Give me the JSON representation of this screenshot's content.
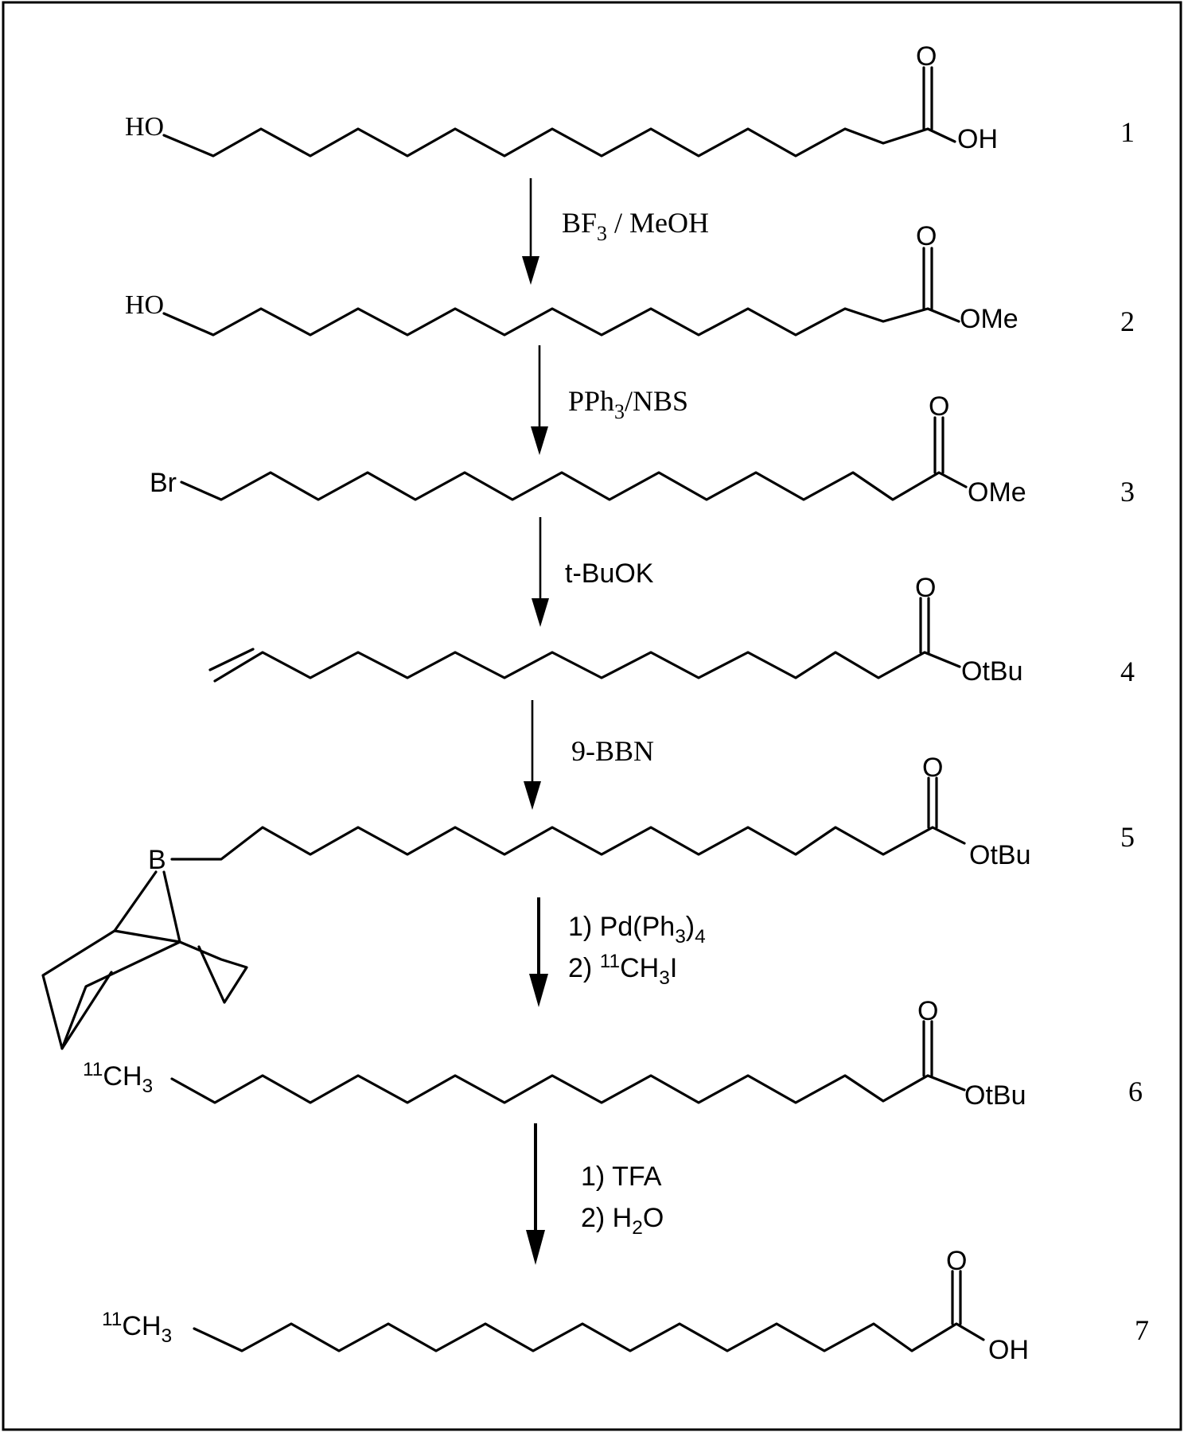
{
  "compounds": [
    {
      "number": "1",
      "left_group": "HO",
      "right_group": "OH",
      "carbonyl_o": "O"
    },
    {
      "number": "2",
      "left_group": "HO",
      "right_group": "OMe",
      "carbonyl_o": "O"
    },
    {
      "number": "3",
      "left_group": "Br",
      "right_group": "OMe",
      "carbonyl_o": "O"
    },
    {
      "number": "4",
      "left_group": "",
      "right_group": "OtBu",
      "carbonyl_o": "O"
    },
    {
      "number": "5",
      "left_group": "B",
      "right_group": "OtBu",
      "carbonyl_o": "O"
    },
    {
      "number": "6",
      "left_group_mass": "11",
      "left_group_main": "CH",
      "left_group_sub": "3",
      "right_group": "OtBu",
      "carbonyl_o": "O"
    },
    {
      "number": "7",
      "left_group_mass": "11",
      "left_group_main": "CH",
      "left_group_sub": "3",
      "right_group": "OH",
      "carbonyl_o": "O"
    }
  ],
  "steps": [
    {
      "main": "BF",
      "sub": "3",
      "rest": " / MeOH"
    },
    {
      "main": "PPh",
      "sub": "3",
      "rest": "/NBS"
    },
    {
      "text": "t-BuOK"
    },
    {
      "text": "9-BBN"
    },
    {
      "line1_main": "1) Pd(Ph",
      "line1_sub": "3",
      "line1_end": ")",
      "line1_sub2": "4",
      "line2_prefix": "2) ",
      "line2_mass": "11",
      "line2_main": "CH",
      "line2_sub": "3",
      "line2_end": "I"
    },
    {
      "line1": "1) TFA",
      "line2_main": "2) H",
      "line2_sub": "2",
      "line2_end": "O"
    }
  ]
}
